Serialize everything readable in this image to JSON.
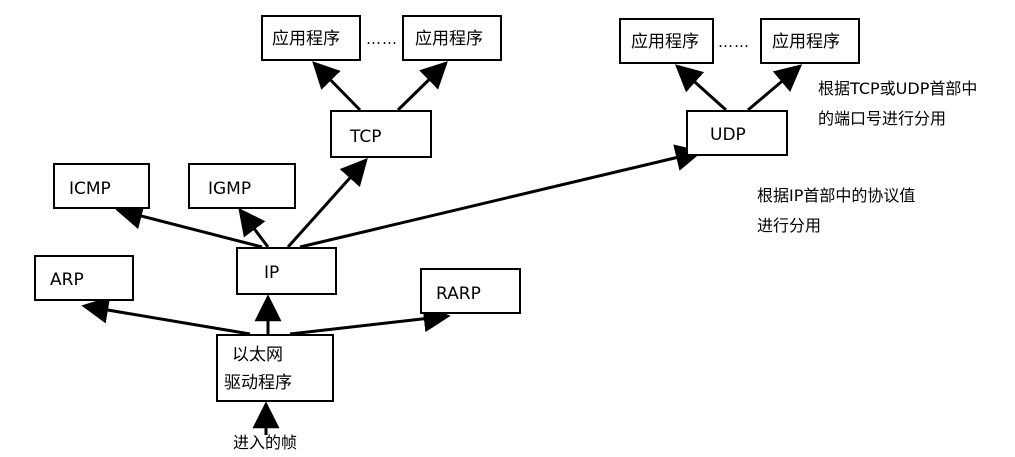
{
  "nodes": {
    "app1": "应用程序",
    "app2": "应用程序",
    "app3": "应用程序",
    "app4": "应用程序",
    "ellipsis_left": "……",
    "ellipsis_right": "……",
    "tcp": "TCP",
    "udp": "UDP",
    "icmp": "ICMP",
    "igmp": "IGMP",
    "ip": "IP",
    "arp": "ARP",
    "rarp": "RARP",
    "ethernet_driver_line1": "以太网",
    "ethernet_driver_line2": "驱动程序"
  },
  "annotations": {
    "incoming_frame": "进入的帧",
    "port_demux_line1": "根据TCP或UDP首部中",
    "port_demux_line2": "的端口号进行分用",
    "protocol_demux_line1": "根据IP首部中的协议值",
    "protocol_demux_line2": "进行分用"
  }
}
